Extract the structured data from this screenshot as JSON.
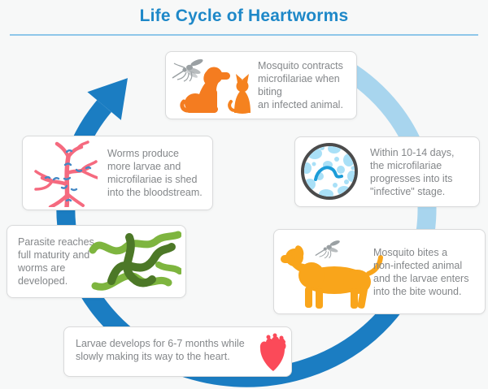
{
  "title": "Life Cycle of Heartworms",
  "steps": [
    {
      "name": "mosquito-contracts",
      "icon": "mosquito-dog-cat-icon",
      "text": "Mosquito contracts\nmicrofilariae when biting\nan infected animal."
    },
    {
      "name": "microfilariae-infective",
      "icon": "microfilariae-circle-icon",
      "text": "Within 10-14 days,\nthe microfilariae\nprogresses into its\n\"infective\" stage."
    },
    {
      "name": "mosquito-bites",
      "icon": "dog-with-mosquito-icon",
      "text": "Mosquito bites a\nnon-infected animal\nand the larvae enters\ninto the bite wound."
    },
    {
      "name": "larvae-develops",
      "icon": "heart-icon",
      "text": "Larvae develops for 6-7 months while\nslowly making its way to the heart."
    },
    {
      "name": "parasite-maturity",
      "icon": "worms-icon",
      "text": "Parasite reaches\nfull maturity and\nworms are\ndeveloped."
    },
    {
      "name": "worms-produce",
      "icon": "blood-vessels-icon",
      "text": "Worms produce\nmore larvae and\nmicrofilariae is shed\ninto the bloodstream."
    }
  ],
  "colors": {
    "accent_blue": "#1e88c8",
    "arrow_dark": "#1b7dc2",
    "arrow_light": "#a8d5ee",
    "divider_blue": "#8ec7e9",
    "orange": "#f47c20",
    "yellow_orange": "#f9a51b",
    "heart_red": "#fb4a59",
    "worm_green_light": "#7eb53f",
    "worm_green_dark": "#4c7827",
    "vessel_pink": "#f56a7f",
    "microfilariae_blue": "#1b9cd8",
    "text_gray": "#84878a",
    "background": "#f7f8f8"
  }
}
